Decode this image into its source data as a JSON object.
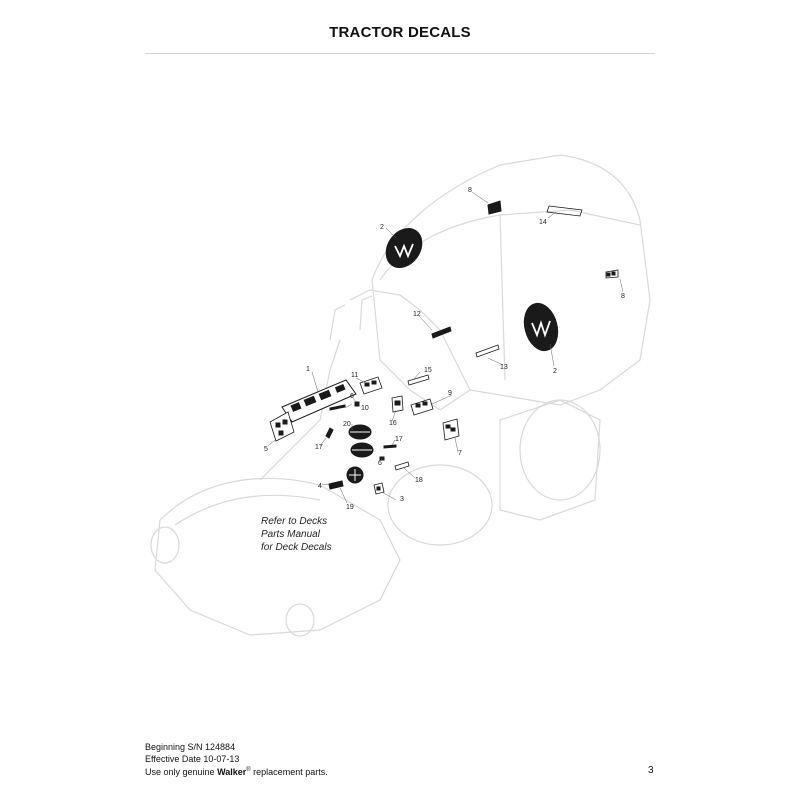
{
  "page": {
    "title": "TRACTOR DECALS",
    "page_number": "3"
  },
  "note": {
    "line1": "Refer to Decks",
    "line2": "Parts Manual",
    "line3": "for Deck Decals"
  },
  "footer": {
    "serial": "Beginning S/N 124884",
    "effective_date": "Effective Date 10-07-13",
    "disclaimer_prefix": "Use only genuine ",
    "brand": "Walker",
    "registered_mark": "®",
    "disclaimer_suffix": " replacement parts."
  },
  "callouts": {
    "c1": "1",
    "c2a": "2",
    "c2b": "2",
    "c3": "3",
    "c4": "4",
    "c5": "5",
    "c6a": "6",
    "c6b": "6",
    "c7": "7",
    "c8a": "8",
    "c8b": "8",
    "c9": "9",
    "c10": "10",
    "c11": "11",
    "c12": "12",
    "c13": "13",
    "c14": "14",
    "c15": "15",
    "c16": "16",
    "c17a": "17",
    "c17b": "17",
    "c18": "18",
    "c19": "19",
    "c20": "20"
  },
  "colors": {
    "outline": "#d9d9d9",
    "decal": "#1a1a1a"
  }
}
